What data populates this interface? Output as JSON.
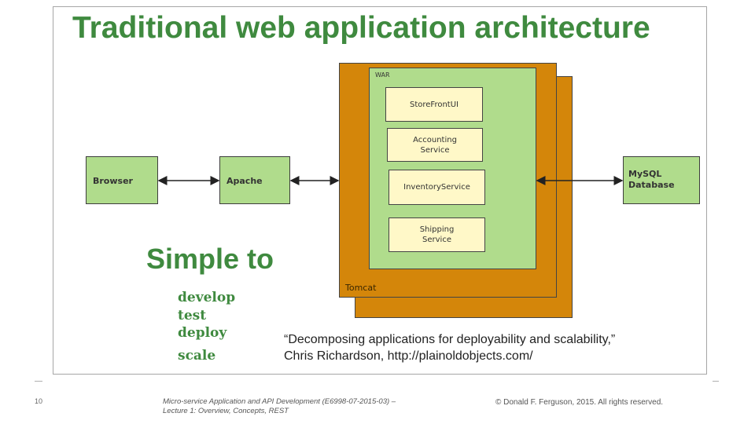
{
  "slide": {
    "title": "Traditional web application architecture",
    "number": "10"
  },
  "diagram": {
    "browser": "Browser",
    "apache": "Apache",
    "tomcat": "Tomcat",
    "war": "WAR",
    "services": [
      {
        "label": "StoreFrontUI"
      },
      {
        "label": "Accounting\nService"
      },
      {
        "label": "InventoryService"
      },
      {
        "label": "Shipping\nService"
      }
    ],
    "database": "MySQL\nDatabase"
  },
  "simple_to": {
    "heading": "Simple to",
    "items": [
      "develop",
      "test",
      "deploy",
      "scale"
    ]
  },
  "citation": {
    "line1": "“Decomposing applications for deployability and scalability,”",
    "line2": "Chris Richardson, http://plainoldobjects.com/"
  },
  "footer": {
    "course_line1": "Micro-service Application and API Development (E6998-07-2015-03) –",
    "course_line2": "Lecture 1: Overview, Concepts, REST",
    "copyright": "© Donald F. Ferguson, 2015. All rights reserved."
  },
  "colors": {
    "title_green": "#3f8a3f",
    "box_green": "#b0dc8c",
    "tomcat_orange": "#d4860a",
    "service_yellow": "#fff8c8"
  }
}
